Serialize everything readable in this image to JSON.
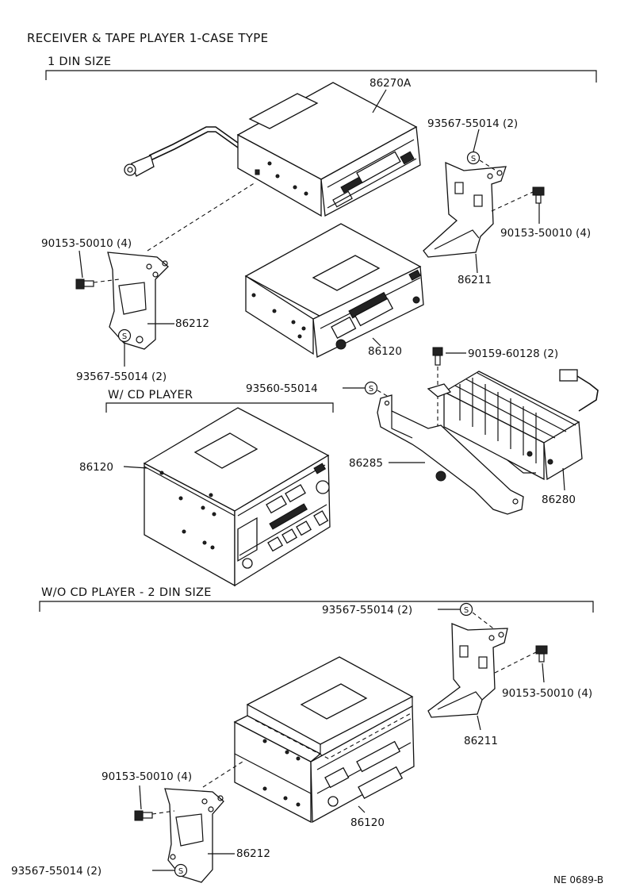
{
  "title": "RECEIVER & TAPE PLAYER 1-CASE TYPE",
  "sections": {
    "din1": "1 DIN SIZE",
    "cd": "W/ CD PLAYER",
    "din2": "W/O CD PLAYER - 2 DIN SIZE"
  },
  "symbol_s": "S",
  "parts": {
    "p86270A": "86270A",
    "p93567_top": "93567-55014 (2)",
    "p90153_top_right": "90153-50010 (4)",
    "p86211_top": "86211",
    "p90153_top_left": "90153-50010 (4)",
    "p86212_top": "86212",
    "p86120_top": "86120",
    "p93567_mid_left": "93567-55014 (2)",
    "p90159": "90159-60128 (2)",
    "p93560": "93560-55014",
    "p86120_cd": "86120",
    "p86285": "86285",
    "p86280": "86280",
    "p93567_bot_right": "93567-55014 (2)",
    "p90153_bot_right": "90153-50010 (4)",
    "p86211_bot": "86211",
    "p90153_bot_left": "90153-50010 (4)",
    "p86120_bot": "86120",
    "p86212_bot": "86212",
    "p93567_bot_left": "93567-55014 (2)"
  },
  "figure_code": "NE 0689-B"
}
